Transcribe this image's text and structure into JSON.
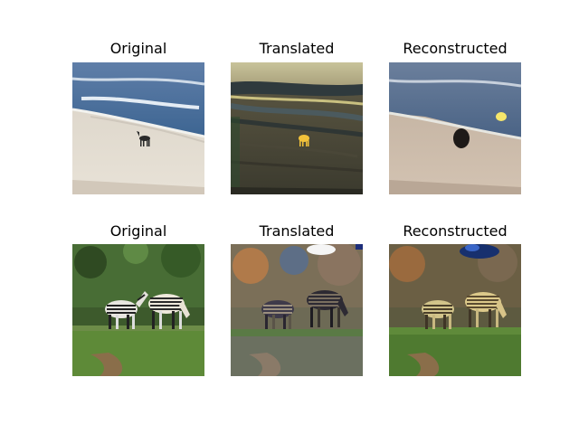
{
  "figure": {
    "rows": [
      {
        "scene": "beach",
        "panels": [
          {
            "title": "Original"
          },
          {
            "title": "Translated"
          },
          {
            "title": "Reconstructed"
          }
        ]
      },
      {
        "scene": "zebras",
        "panels": [
          {
            "title": "Original"
          },
          {
            "title": "Translated"
          },
          {
            "title": "Reconstructed"
          }
        ]
      }
    ]
  }
}
